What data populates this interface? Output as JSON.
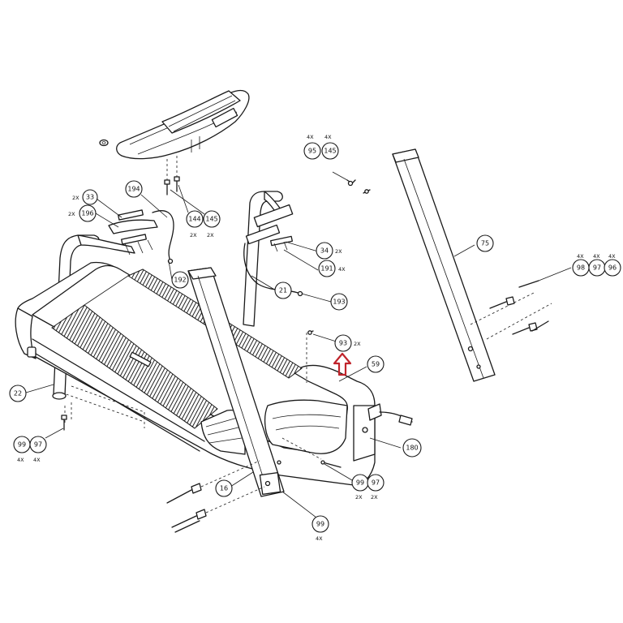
{
  "colors": {
    "ink": "#1a1a1a",
    "background": "#ffffff",
    "highlight": "#c0242b"
  },
  "callouts": [
    {
      "id": "c33",
      "num": "33"
    },
    {
      "id": "c196",
      "num": "196"
    },
    {
      "id": "c194",
      "num": "194"
    },
    {
      "id": "c144",
      "num": "144"
    },
    {
      "id": "c145a",
      "num": "145"
    },
    {
      "id": "c95",
      "num": "95"
    },
    {
      "id": "c145b",
      "num": "145"
    },
    {
      "id": "c192",
      "num": "192"
    },
    {
      "id": "c34",
      "num": "34"
    },
    {
      "id": "c191",
      "num": "191"
    },
    {
      "id": "c21",
      "num": "21"
    },
    {
      "id": "c193",
      "num": "193"
    },
    {
      "id": "c75",
      "num": "75"
    },
    {
      "id": "c98",
      "num": "98"
    },
    {
      "id": "c97a",
      "num": "97"
    },
    {
      "id": "c96",
      "num": "96"
    },
    {
      "id": "c93",
      "num": "93"
    },
    {
      "id": "c59",
      "num": "59"
    },
    {
      "id": "c22",
      "num": "22"
    },
    {
      "id": "c99a",
      "num": "99"
    },
    {
      "id": "c97b",
      "num": "97"
    },
    {
      "id": "c180",
      "num": "180"
    },
    {
      "id": "c16",
      "num": "16"
    },
    {
      "id": "c99b",
      "num": "99"
    },
    {
      "id": "c97c",
      "num": "97"
    },
    {
      "id": "c99c",
      "num": "99"
    }
  ],
  "quantities": {
    "q33": "2X",
    "q196": "2X",
    "q144": "2X",
    "q145a": "2X",
    "q95": "4X",
    "q145b": "4X",
    "q34": "2X",
    "q191": "4X",
    "q98": "4X",
    "q97a": "4X",
    "q96": "4X",
    "q93": "2X",
    "q99a": "4X",
    "q97b": "4X",
    "q99b": "2X",
    "q97c": "2X",
    "q99c": "4X"
  },
  "highlight_arrow": {
    "target": "93",
    "icon": "arrow-up-outline"
  }
}
